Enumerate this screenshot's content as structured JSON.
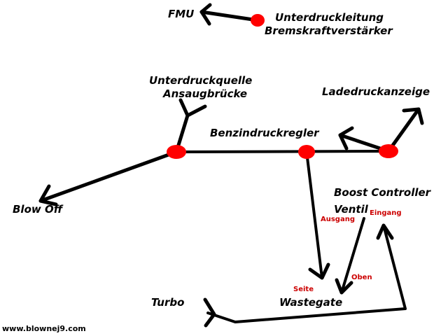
{
  "colors": {
    "line": "#000000",
    "node": "#ff0000",
    "annotation": "#cc0000"
  },
  "labels": {
    "fmu": "FMU",
    "brake_line_1": "Unterdruckleitung",
    "brake_line_2": "Bremskraftverstärker",
    "vacuum_source_1": "Unterdruckquelle",
    "vacuum_source_2": "Ansaugbrücke",
    "boost_gauge": "Ladedruckanzeige",
    "fuel_pressure_regulator": "Benzindruckregler",
    "blow_off": "Blow Off",
    "boost_controller": "Boost Controller",
    "valve": "Ventil",
    "outlet": "Ausgang",
    "inlet": "Eingang",
    "top": "Oben",
    "side": "Seite",
    "turbo": "Turbo",
    "wastegate": "Wastegate",
    "website": "www.blownej9.com"
  }
}
